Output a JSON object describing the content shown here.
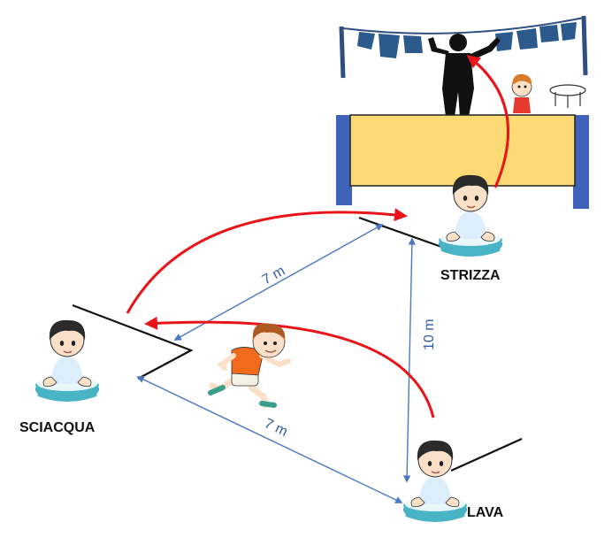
{
  "stations": {
    "strizza": {
      "label": "STRIZZA"
    },
    "sciacqua": {
      "label": "SCIACQUA"
    },
    "lava": {
      "label": "LAVA"
    }
  },
  "distances": {
    "strizza_sciacqua": "7 m",
    "sciacqua_lava": "7 m",
    "strizza_lava": "10 m"
  },
  "colors": {
    "route_arrow": "#e8141a",
    "distance_arrow": "#4a78c2",
    "distance_text": "#2e5fa8",
    "bench_fill": "#fcd975",
    "bench_posts": "#3e63b8",
    "basin": "#49b4c6"
  },
  "icons": {
    "basin_child": "child-washing-in-basin-icon",
    "runner": "running-child-icon",
    "rope_worker": "silhouette-hanging-laundry-icon",
    "small_child": "small-child-icon",
    "table": "small-table-icon"
  }
}
